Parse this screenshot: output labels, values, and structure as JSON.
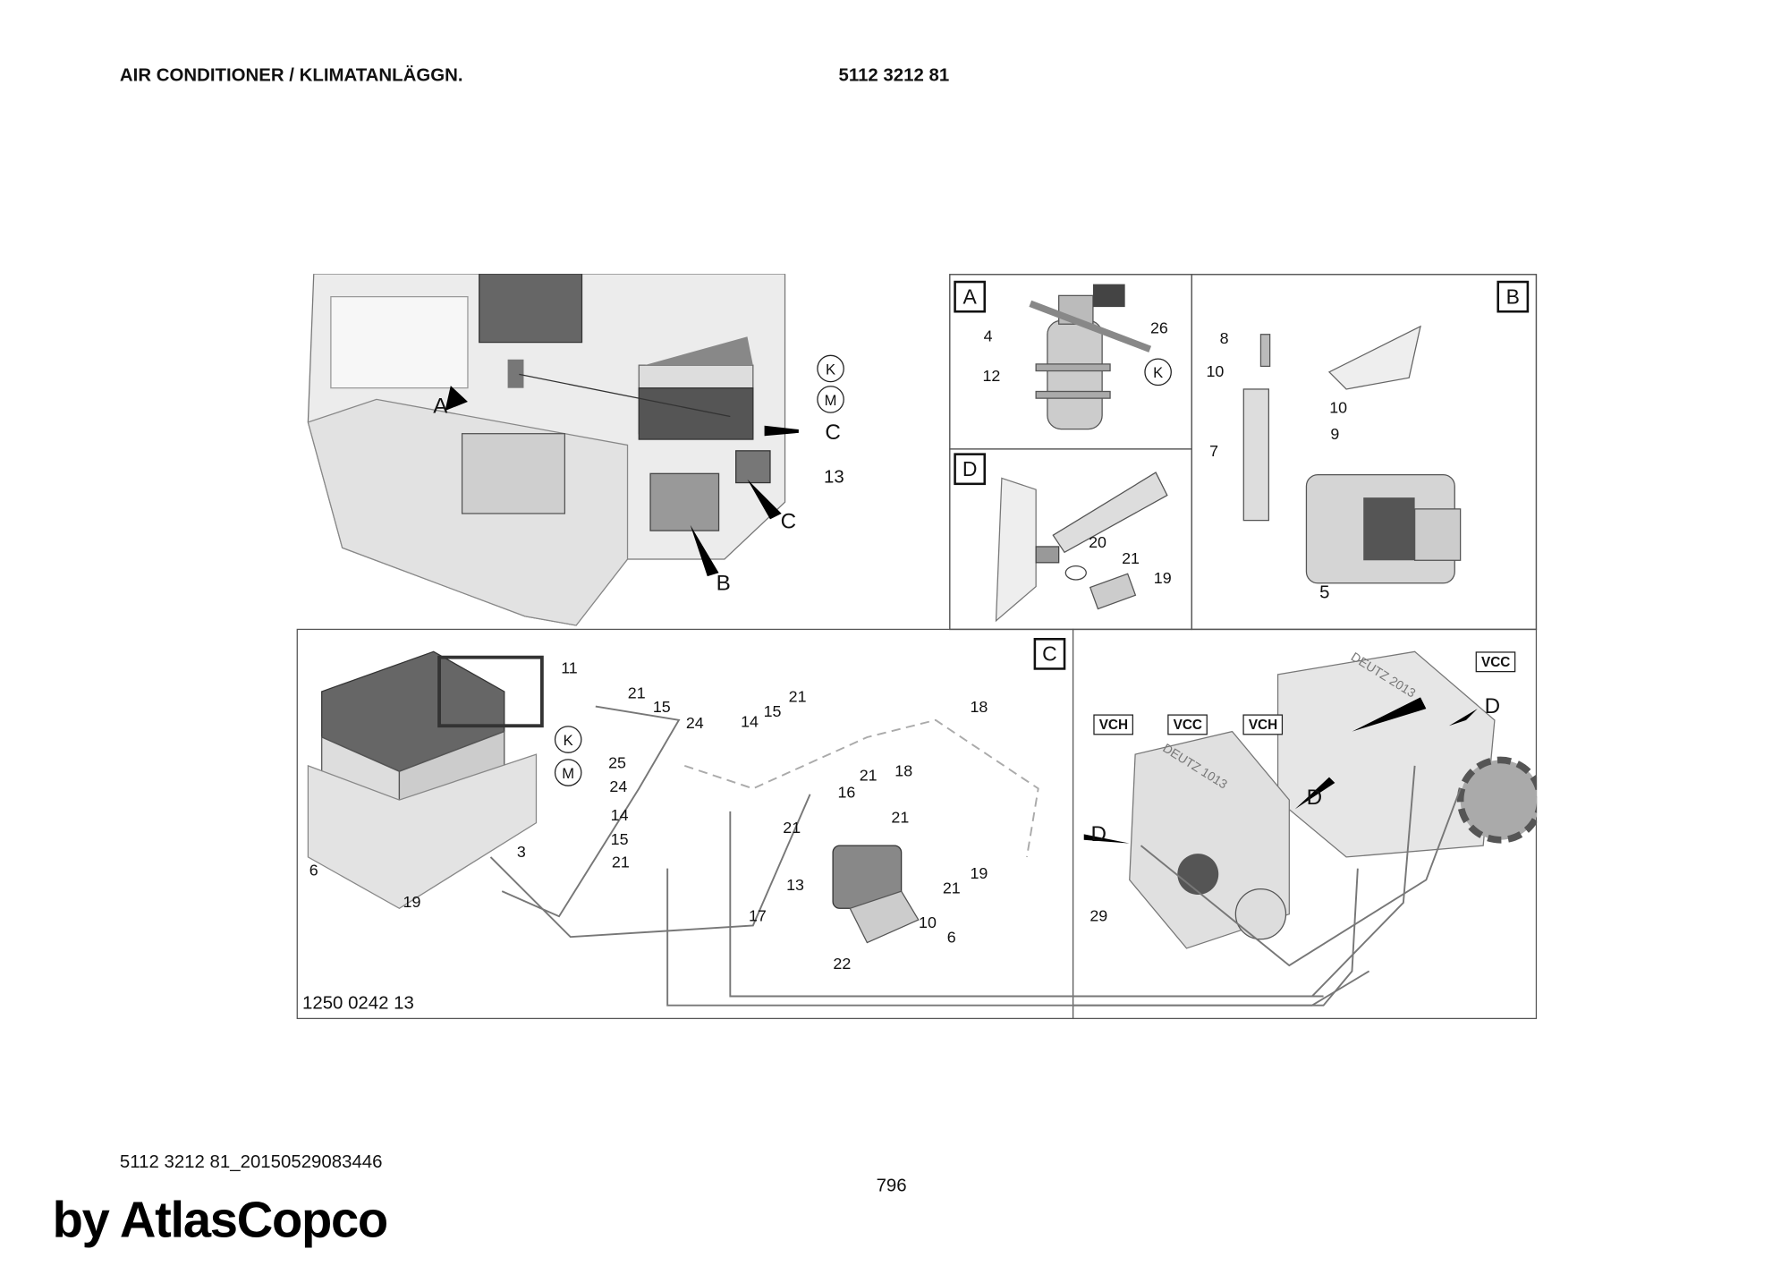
{
  "header": {
    "title": "AIR CONDITIONER / KLIMATANLÄGGN.",
    "doc_number": "5112 3212 81"
  },
  "overview": {
    "callouts": [
      "K",
      "M",
      "A",
      "C",
      "13",
      "C",
      "B"
    ]
  },
  "detail_a": {
    "label": "A",
    "callouts": [
      "26",
      "4",
      "12",
      "K"
    ]
  },
  "detail_b": {
    "label": "B",
    "callouts": [
      "8",
      "10",
      "10",
      "9",
      "7",
      "5"
    ]
  },
  "detail_d": {
    "label": "D",
    "callouts": [
      "20",
      "21",
      "19"
    ]
  },
  "detail_c": {
    "label": "C",
    "callouts": [
      "11",
      "21",
      "15",
      "24",
      "K",
      "25",
      "M",
      "24",
      "14",
      "15",
      "21",
      "6",
      "3",
      "19",
      "14",
      "15",
      "21",
      "18",
      "16",
      "21",
      "18",
      "21",
      "21",
      "13",
      "19",
      "21",
      "17",
      "10",
      "6",
      "22"
    ],
    "drawing_number": "1250 0242 13"
  },
  "engines": {
    "tags": [
      "VCH",
      "VCC",
      "VCH",
      "VCC"
    ],
    "callouts": [
      "D",
      "D",
      "D",
      "29"
    ],
    "engine_texts": [
      "DEUTZ 1013",
      "DEUTZ 2013"
    ]
  },
  "footer": {
    "file_id": "5112 3212 81_20150529083446",
    "page_number": "796",
    "watermark": "by AtlasCopco"
  }
}
